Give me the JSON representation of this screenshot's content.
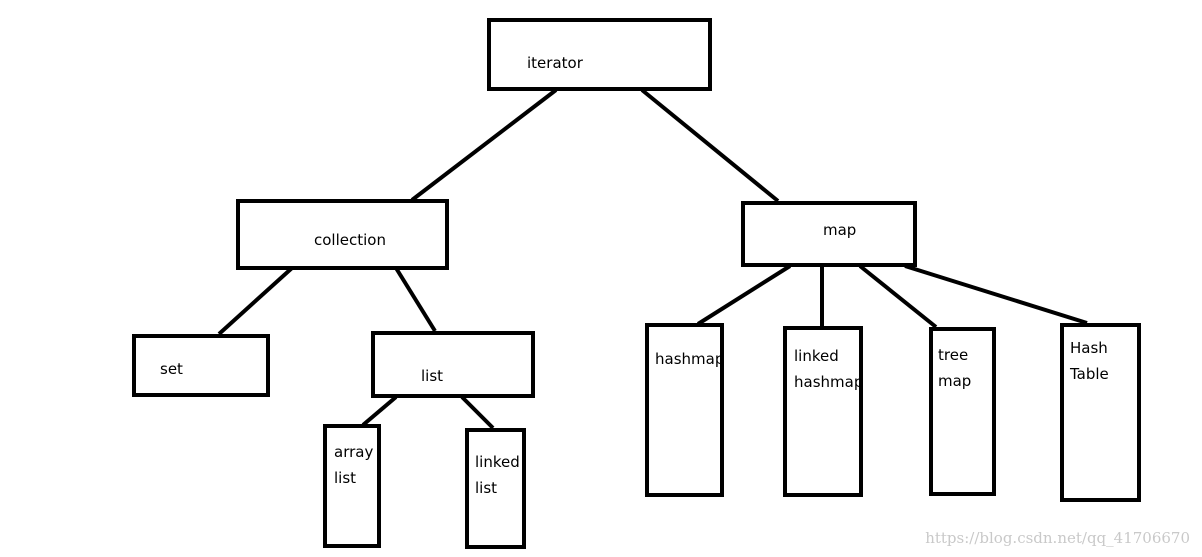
{
  "diagram": {
    "root": "iterator",
    "nodes": {
      "iterator": {
        "lines": [
          "iterator"
        ]
      },
      "collection": {
        "lines": [
          "collection"
        ]
      },
      "map": {
        "lines": [
          "map"
        ]
      },
      "set": {
        "lines": [
          "set"
        ]
      },
      "list": {
        "lines": [
          "list"
        ]
      },
      "array_list": {
        "lines": [
          "array",
          "list"
        ]
      },
      "linked_list": {
        "lines": [
          "linked",
          "list"
        ]
      },
      "hashmap": {
        "lines": [
          "hashmap"
        ]
      },
      "linked_hashmap": {
        "lines": [
          "linked",
          "hashmap"
        ]
      },
      "tree_map": {
        "lines": [
          "tree",
          "map"
        ]
      },
      "hash_table": {
        "lines": [
          "Hash",
          "Table"
        ]
      }
    },
    "edges": [
      [
        "iterator",
        "collection"
      ],
      [
        "iterator",
        "map"
      ],
      [
        "collection",
        "set"
      ],
      [
        "collection",
        "list"
      ],
      [
        "list",
        "array_list"
      ],
      [
        "list",
        "linked_list"
      ],
      [
        "map",
        "hashmap"
      ],
      [
        "map",
        "linked_hashmap"
      ],
      [
        "map",
        "tree_map"
      ],
      [
        "map",
        "hash_table"
      ]
    ]
  },
  "watermark": "https://blog.csdn.net/qq_41706670",
  "colors": {
    "stroke": "#000000",
    "background": "#ffffff",
    "watermark": "#c9c9c9"
  }
}
